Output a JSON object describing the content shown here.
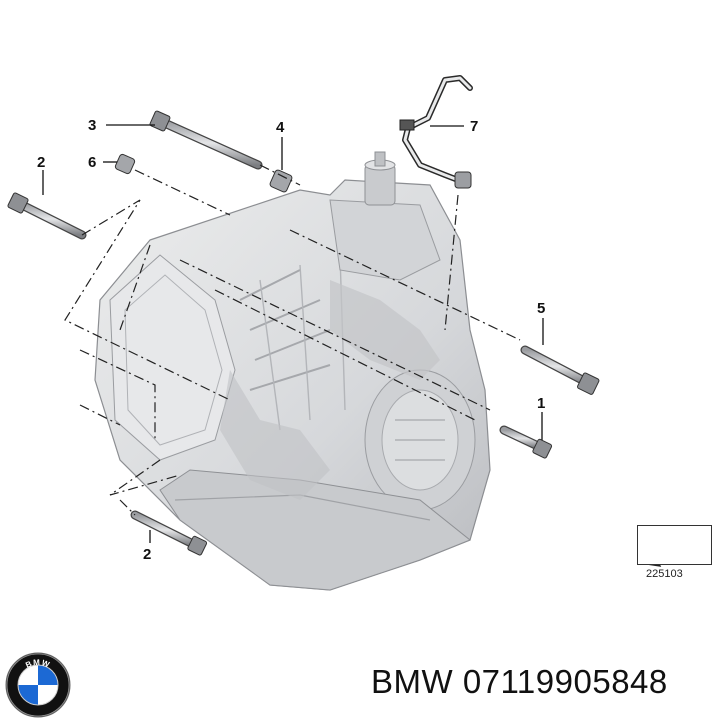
{
  "callouts": {
    "c1": "1",
    "c2a": "2",
    "c2b": "2",
    "c3": "3",
    "c4": "4",
    "c5": "5",
    "c6": "6",
    "c7": "7"
  },
  "reference_code": "225103",
  "footer": {
    "brand": "BMW",
    "part_number": "07119905848",
    "text": "BMW 07119905848"
  },
  "logo": {
    "letters": "BMW",
    "colors": {
      "blue": "#1c69d4",
      "ring": "#111111",
      "white": "#ffffff"
    }
  },
  "colors": {
    "housing_fill": "#dcdde0",
    "housing_shadow": "#b7b9bd",
    "line": "#111111",
    "bolt": "#6f7176"
  }
}
